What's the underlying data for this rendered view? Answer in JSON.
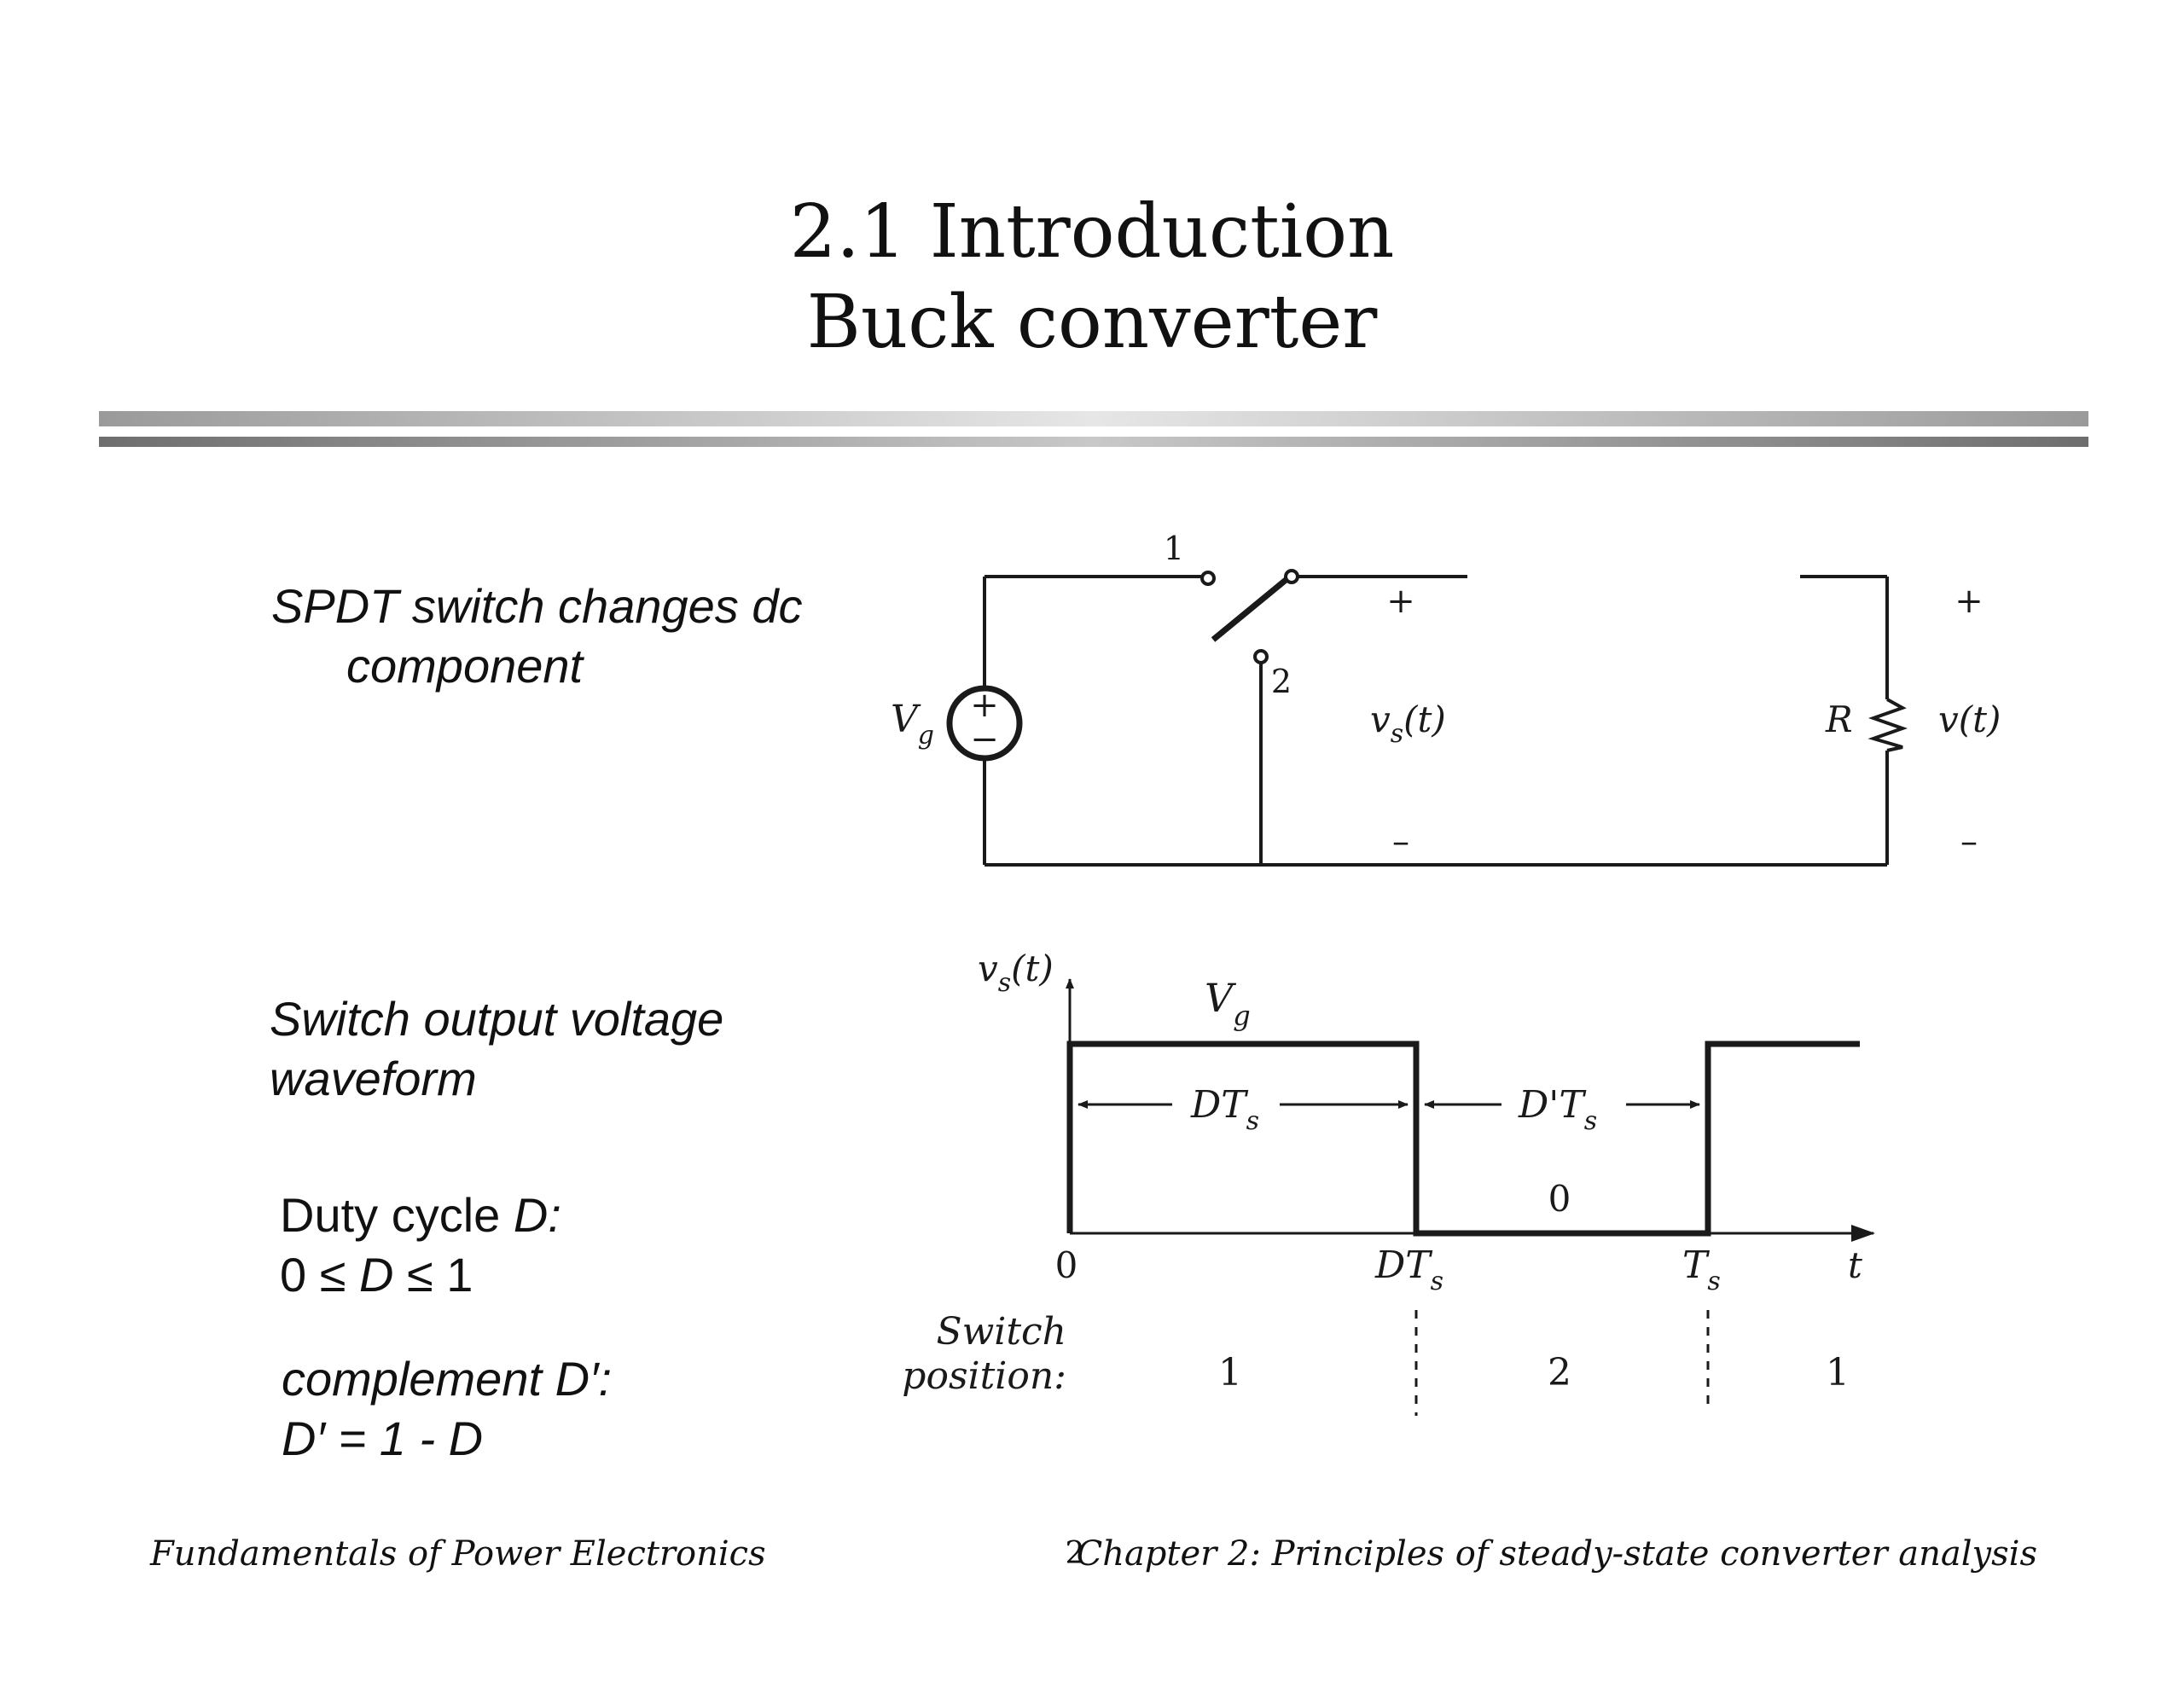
{
  "title": {
    "line1": "2.1  Introduction",
    "line2": "Buck converter"
  },
  "bullets": {
    "spdt_line1": "SPDT switch changes dc",
    "spdt_line2": "component",
    "waveform_line1": "Switch output voltage",
    "waveform_line2": "waveform",
    "duty_label": "Duty cycle",
    "duty_symbol": "D:",
    "duty_range_a": "0 ≤",
    "duty_range_d": "D",
    "duty_range_b": "≤ 1",
    "complement_line1": "complement D′:",
    "complement_line2": "D′ = 1 - D"
  },
  "circuit": {
    "switch_pos_1": "1",
    "switch_pos_2": "2",
    "source_plus": "+",
    "source_minus": "−",
    "vg_main": "V",
    "vg_sub": "g",
    "vs_plus": "+",
    "vs_minus": "–",
    "vs_main": "v",
    "vs_sub": "s",
    "vs_arg": "(t)",
    "r_label": "R",
    "v_plus": "+",
    "v_minus": "–",
    "v_label": "v(t)"
  },
  "waveform": {
    "y_label_main": "v",
    "y_label_sub": "s",
    "y_label_arg": "(t)",
    "level_main": "V",
    "level_sub": "g",
    "low_level": "0",
    "on_interval_main": "DT",
    "on_interval_sub": "s",
    "off_interval_main": "D'T",
    "off_interval_sub": "s",
    "tick_0": "0",
    "tick_dts_main": "DT",
    "tick_dts_sub": "s",
    "tick_ts_main": "T",
    "tick_ts_sub": "s",
    "axis_t": "t",
    "switch_label_1": "Switch",
    "switch_label_2": "position:",
    "position_1": "1",
    "position_2": "2",
    "position_3": "1"
  },
  "footer": {
    "left": "Fundamentals of Power Electronics",
    "page": "2",
    "right": "Chapter 2: Principles of steady-state converter analysis"
  }
}
